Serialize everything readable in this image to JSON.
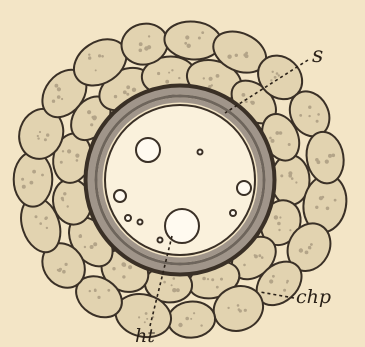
{
  "figure": {
    "colors": {
      "background": "#f3e5c6",
      "cell_fill": "#e2d3b0",
      "outline": "#3a3026",
      "band": "#a0958a",
      "band_dark": "#6e655c",
      "lumen": "#faf1dc",
      "granule": "#b3a488"
    },
    "labels": [
      {
        "id": "s",
        "text": "s"
      },
      {
        "id": "chp",
        "text": "chp"
      },
      {
        "id": "ht",
        "text": "ht"
      }
    ]
  }
}
